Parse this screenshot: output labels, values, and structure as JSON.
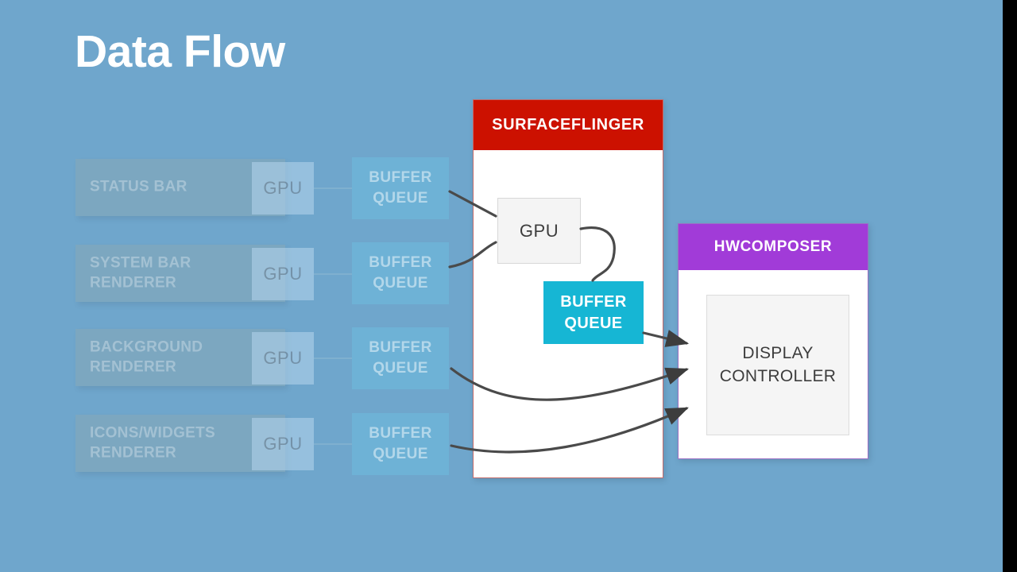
{
  "slide": {
    "title": "Data Flow",
    "background_color": "#6FA6CC",
    "title_color": "#ffffff"
  },
  "renderers": [
    {
      "label": "STATUS BAR",
      "gpu_label": "GPU"
    },
    {
      "label": "SYSTEM BAR\nRENDERER",
      "gpu_label": "GPU"
    },
    {
      "label": "BACKGROUND\nRENDERER",
      "gpu_label": "GPU"
    },
    {
      "label": "ICONS/WIDGETS\nRENDERER",
      "gpu_label": "GPU"
    }
  ],
  "buffer_queues": [
    {
      "label": "BUFFER\nQUEUE"
    },
    {
      "label": "BUFFER\nQUEUE"
    },
    {
      "label": "BUFFER\nQUEUE"
    },
    {
      "label": "BUFFER\nQUEUE"
    }
  ],
  "surfaceflinger": {
    "title": "SURFACEFLINGER",
    "header_color": "#CC1100",
    "border_color": "#c26b6b",
    "gpu_label": "GPU",
    "buffer_queue_label": "BUFFER\nQUEUE",
    "buffer_queue_color": "#16B6D4"
  },
  "hwcomposer": {
    "title": "HWCOMPOSER",
    "header_color": "#A13BD8",
    "border_color": "#9b6fc4",
    "display_controller_label": "DISPLAY\nCONTROLLER"
  },
  "connectors": {
    "stroke_color": "#4a4a4a",
    "count": 7
  }
}
